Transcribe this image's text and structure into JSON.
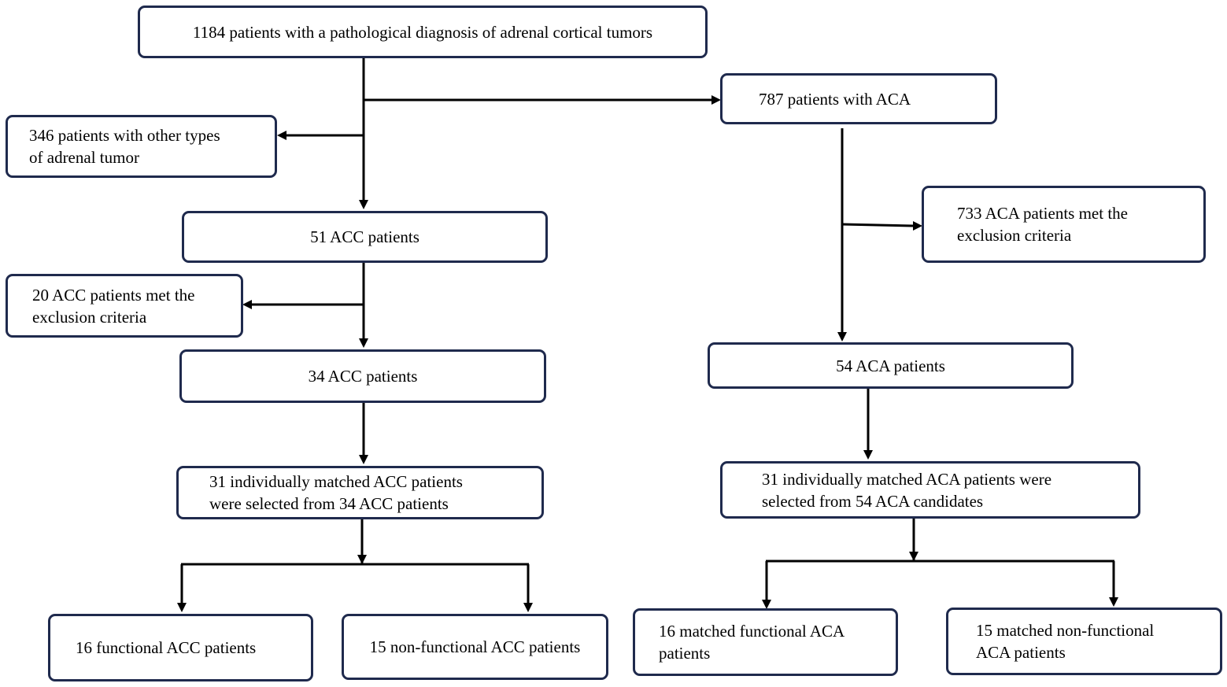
{
  "flowchart": {
    "nodes": {
      "total": "1184 patients with a pathological diagnosis of adrenal cortical tumors",
      "other_types": "346 patients with other types\nof adrenal tumor",
      "aca_787": "787 patients with ACA",
      "acc_51": "51 ACC patients",
      "aca_733_excluded": "733 ACA patients met the\nexclusion criteria",
      "acc_20_excluded": "20 ACC patients met the\nexclusion criteria",
      "acc_34": "34 ACC patients",
      "aca_54": "54 ACA patients",
      "acc_31_matched": "31 individually  matched ACC patients\nwere selected from 34 ACC patients",
      "aca_31_matched": "31 individually  matched ACA patients were\nselected from 54 ACA candidates",
      "acc_functional": "16 functional ACC patients",
      "acc_nonfunctional": "15 non-functional ACC patients",
      "aca_functional": "16 matched functional ACA\npatients",
      "aca_nonfunctional": "15 matched non-functional\nACA patients"
    }
  }
}
